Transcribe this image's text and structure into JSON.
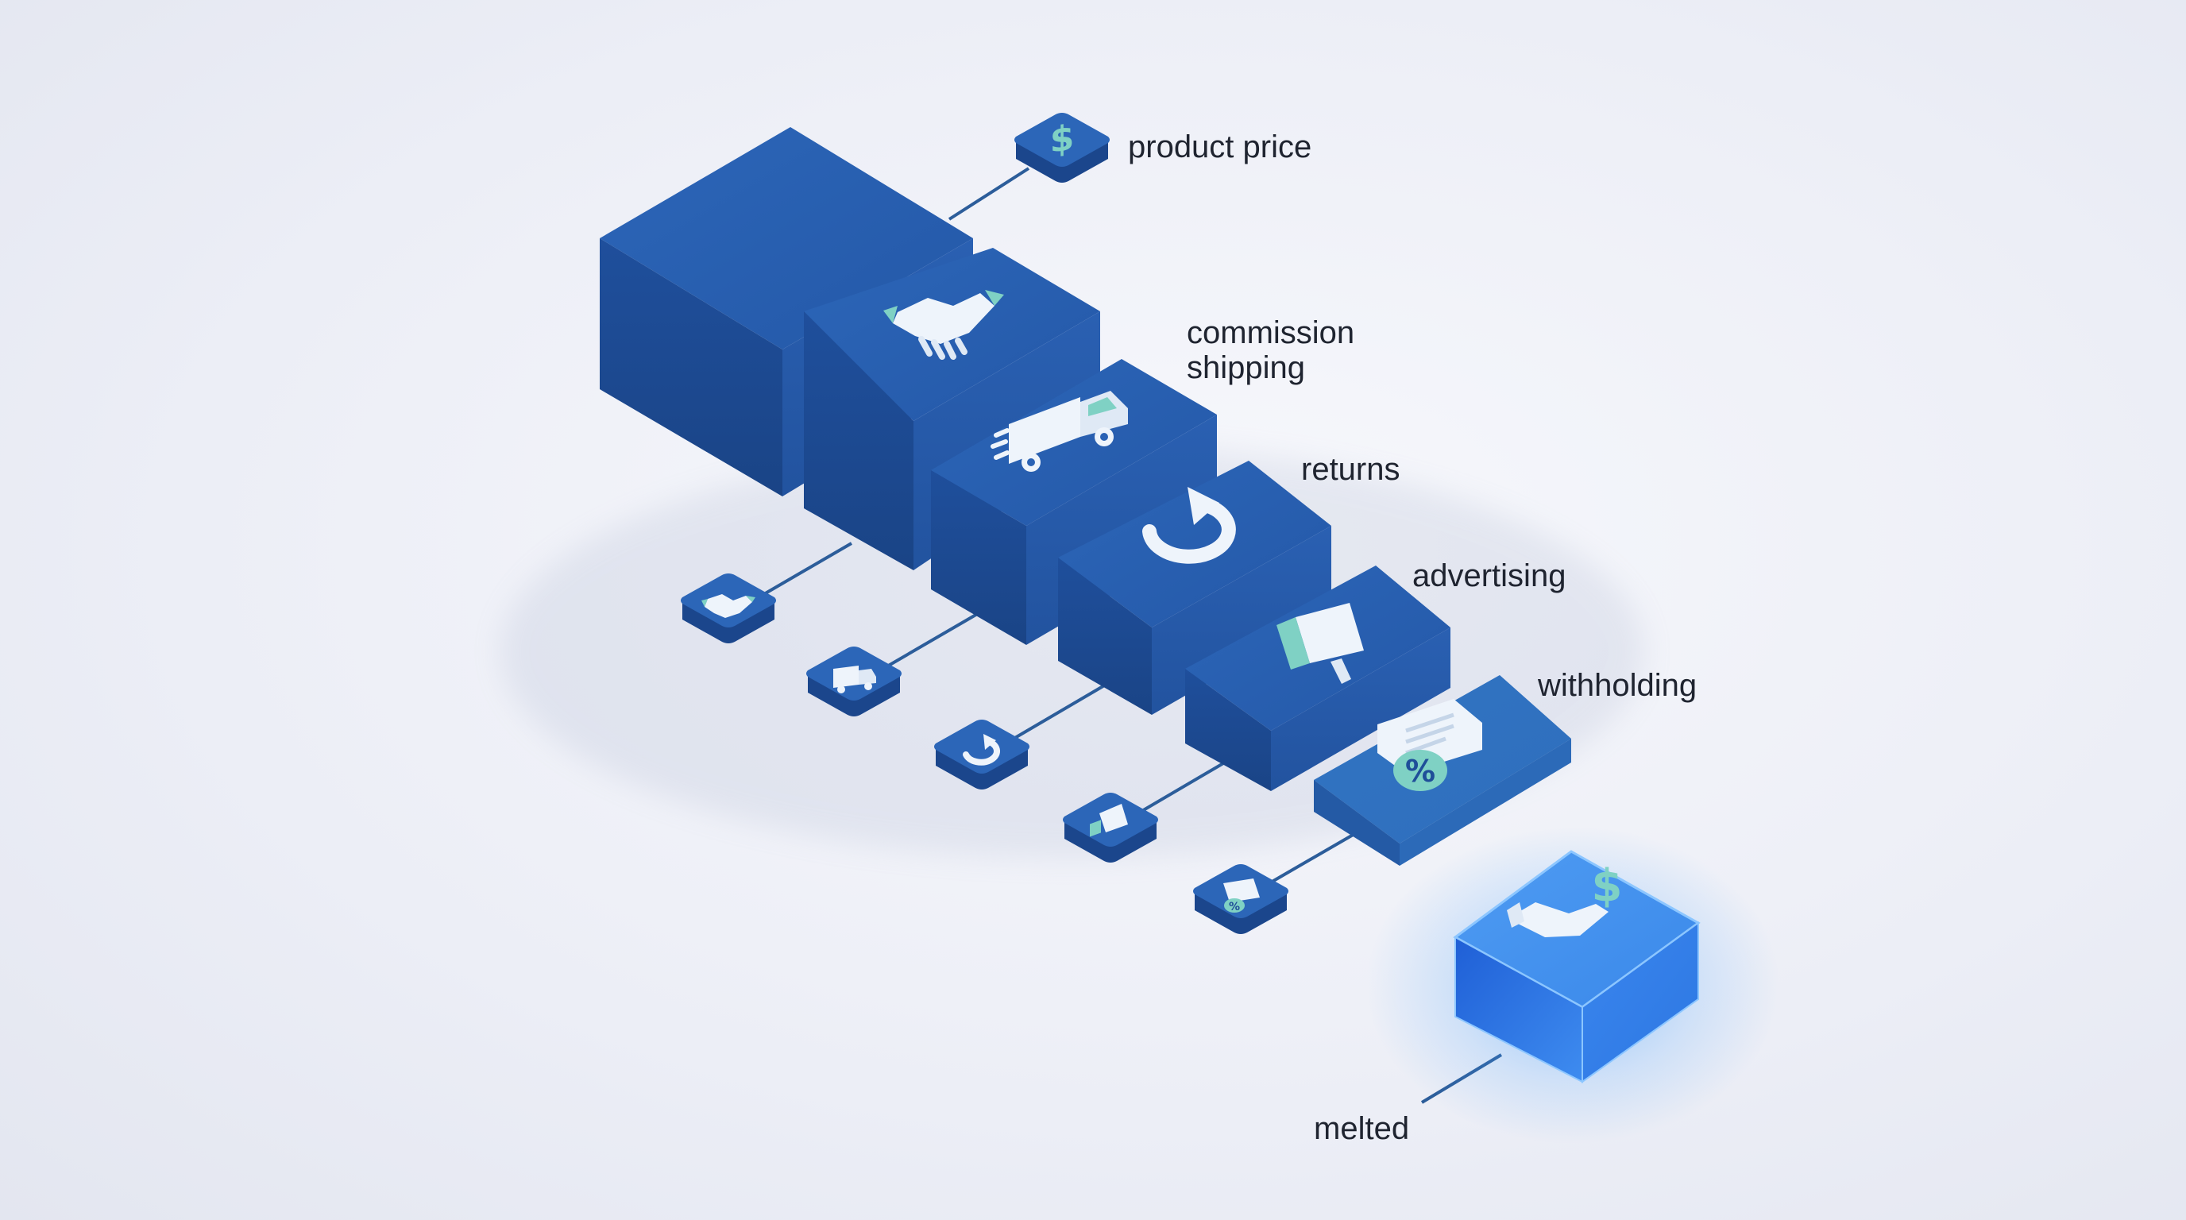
{
  "labels": {
    "product_price": "product price",
    "commission": "commission",
    "shipping": "shipping",
    "returns": "returns",
    "advertising": "advertising",
    "withholding": "withholding",
    "melted": "melted"
  },
  "icons": {
    "product_price": "dollar-icon",
    "commission": "handshake-icon",
    "shipping": "truck-icon",
    "returns": "return-arrow-icon",
    "advertising": "megaphone-icon",
    "withholding": "tax-document-icon",
    "melted": "hand-dollar-icon"
  },
  "colors": {
    "block_dark": "#1f4e99",
    "block_mid": "#2a62b4",
    "block_light": "#3c85d2",
    "result_block": "#2f7fe6",
    "result_glow": "#4aa3ff",
    "icon_mint": "#7fd1c4",
    "icon_white": "#eef4fb",
    "connector": "#2c5d9a",
    "text": "#1f2430"
  }
}
